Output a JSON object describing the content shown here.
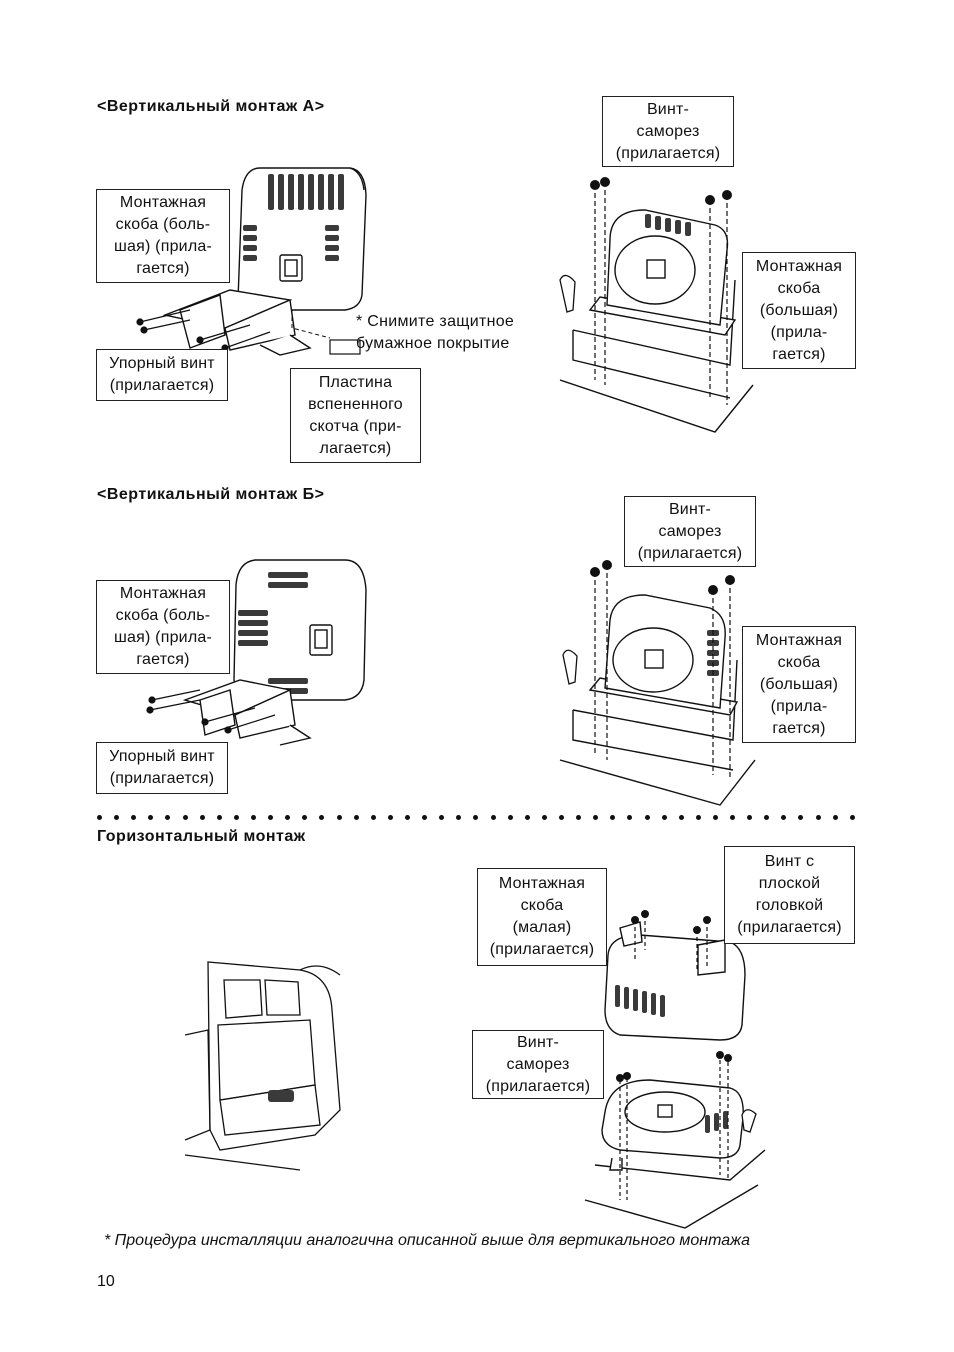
{
  "sections": {
    "vertical_a": {
      "heading": "<Вертикальный монтаж A>"
    },
    "vertical_b": {
      "heading": "<Вертикальный монтаж Б>"
    },
    "horizontal": {
      "heading": "Горизонтальный монтаж"
    }
  },
  "labels": {
    "a_bracket_large": "Монтажная\nскоба (боль-\nшая) (прила-\nгается)",
    "a_stop_screw": "Упорный винт\n(прилагается)",
    "a_foam_plate": "Пластина\nвспененного\nскотча (при-\nлагается)",
    "a_peel_note": "* Снимите защитное\n  бумажное покрытие",
    "a_tapping_screw": "Винт-\nсаморез\n(прилагается)",
    "a_bracket_large_right": "Монтажная\nскоба\n(большая)\n(прила-\nгается)",
    "b_bracket_large": "Монтажная\nскоба (боль-\nшая) (прила-\nгается)",
    "b_stop_screw": "Упорный винт\n(прилагается)",
    "b_tapping_screw": "Винт-\nсаморез\n(прилагается)",
    "b_bracket_large_right": "Монтажная\nскоба\n(большая)\n(прила-\nгается)",
    "h_bracket_small": "Монтажная\nскоба\n(малая)\n(прилагается)",
    "h_flat_head_screw": "Винт с\nплоской\nголовкой\n(прилагается)",
    "h_tapping_screw": "Винт-\nсаморез\n(прилагается)"
  },
  "footnote": "* Процедура инсталляции аналогична описанной выше для вертикального монтажа",
  "page_number": "10",
  "colors": {
    "ink": "#111111",
    "grille": "#3a3a3a",
    "background": "#ffffff"
  }
}
